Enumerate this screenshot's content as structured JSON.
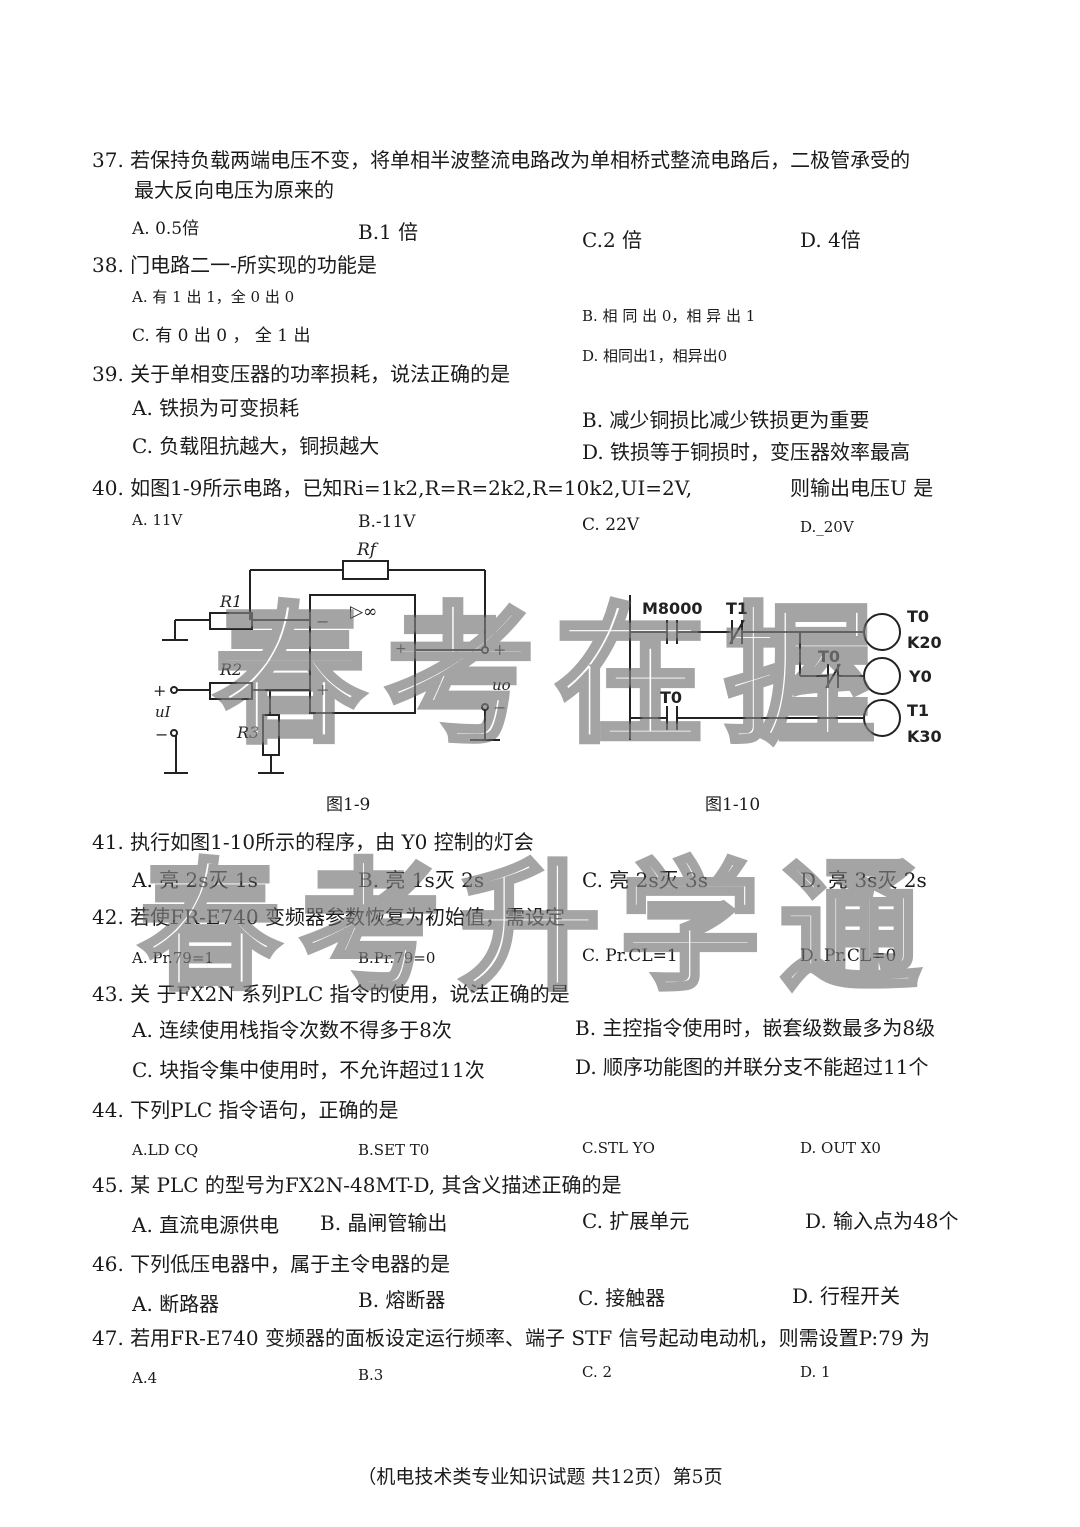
{
  "q37": {
    "stem1": "37. 若保持负载两端电压不变，将单相半波整流电路改为单相桥式整流电路后，二极管承受的",
    "stem2": "最大反向电压为原来的",
    "A": "A.  0.5倍",
    "B": "B.1  倍",
    "C": "C.2  倍",
    "D": "D.  4倍"
  },
  "q38": {
    "stem": "38.  门电路二一-所实现的功能是",
    "A": "A.  有 1 出 1，全 0 出 0",
    "B": "B.  相 同 出 0，相 异 出 1",
    "C": "C.  有 0 出 0 ， 全  1  出",
    "D": "D.    相同出1，相异出0"
  },
  "q39": {
    "stem": "39.  关于单相变压器的功率损耗，说法正确的是",
    "A": "A.  铁损为可变损耗",
    "B": "B.  减少铜损比减少铁损更为重要",
    "C": "C.  负载阻抗越大，铜损越大",
    "D": "D.  铁损等于铜损时，变压器效率最高"
  },
  "q40": {
    "stem": "40.  如图1-9所示电路，已知Ri=1k2,R=R=2k2,R=10k2,UI=2V,",
    "stem_tail": "则输出电压U  是",
    "A": "A.    11V",
    "B": "B.-11V",
    "C": "C.   22V",
    "D": "D._20V"
  },
  "fig19": {
    "caption": "图1-9",
    "Rf": "Rf",
    "R1": "R1",
    "R2": "R2",
    "R3": "R3",
    "inf": "▷∞",
    "minus": "−",
    "plus": "+",
    "ui": "uI",
    "uo": "uo",
    "in_plus": "+",
    "in_minus": "−",
    "out_plus": "+",
    "out_minus": "−"
  },
  "fig110": {
    "caption": "图1-10",
    "m8000": "M8000",
    "t1": "T1",
    "t0a": "T0",
    "t0b": "T0",
    "out1a": "T0",
    "out1b": "K20",
    "out2": "Y0",
    "out3a": "T1",
    "out3b": "K30"
  },
  "q41": {
    "stem": "41.  执行如图1-10所示的程序，由 Y0 控制的灯会",
    "A": "A.  亮 2s灭 1s",
    "B": "B.  亮 1s灭 2s",
    "C": "C.  亮 2s灭 3s",
    "D": "D.  亮 3s灭 2s"
  },
  "q42": {
    "stem": "42.  若使FR-E740 变频器参数恢复为初始值，需设定",
    "A": "A.    Pr.79=1",
    "B": "B.Pr.79=0",
    "C": "C.   Pr.CL=1",
    "D": "D.    Pr.CL=0"
  },
  "q43": {
    "stem": "43. 关 于FX2N  系列PLC  指令的使用，说法正确的是",
    "A": "A.  连续使用栈指令次数不得多于8次",
    "B": "B.  主控指令使用时，嵌套级数最多为8级",
    "C": "C.  块指令集中使用时，不允许超过11次",
    "D": "D.  顺序功能图的并联分支不能超过11个"
  },
  "q44": {
    "stem": "44.  下列PLC  指令语句，正确的是",
    "A": "A.LD      CQ",
    "B": "B.SET        T0",
    "C": "C.STL        YO",
    "D": "D.    OUT   X0"
  },
  "q45": {
    "stem": "45.  某 PLC  的型号为FX2N-48MT-D,    其含义描述正确的是",
    "A": "A.  直流电源供电",
    "B": "B.      晶闸管输出",
    "C": "C.  扩展单元",
    "D": "D.   输入点为48个"
  },
  "q46": {
    "stem": "46.  下列低压电器中，属于主令电器的是",
    "A": "A.  断路器",
    "B": "B.  熔断器",
    "C": "C.  接触器",
    "D": "D.   行程开关"
  },
  "q47": {
    "stem": "47.  若用FR-E740 变频器的面板设定运行频率、端子 STF 信号起动电动机，则需设置P:79 为",
    "A": "A.4",
    "B": "B.3",
    "C": "C.  2",
    "D": "D.  1"
  },
  "watermark": {
    "line1": "春考在握",
    "line2": "春考升学通"
  },
  "footer": "（机电技术类专业知识试题  共12页）第5页"
}
